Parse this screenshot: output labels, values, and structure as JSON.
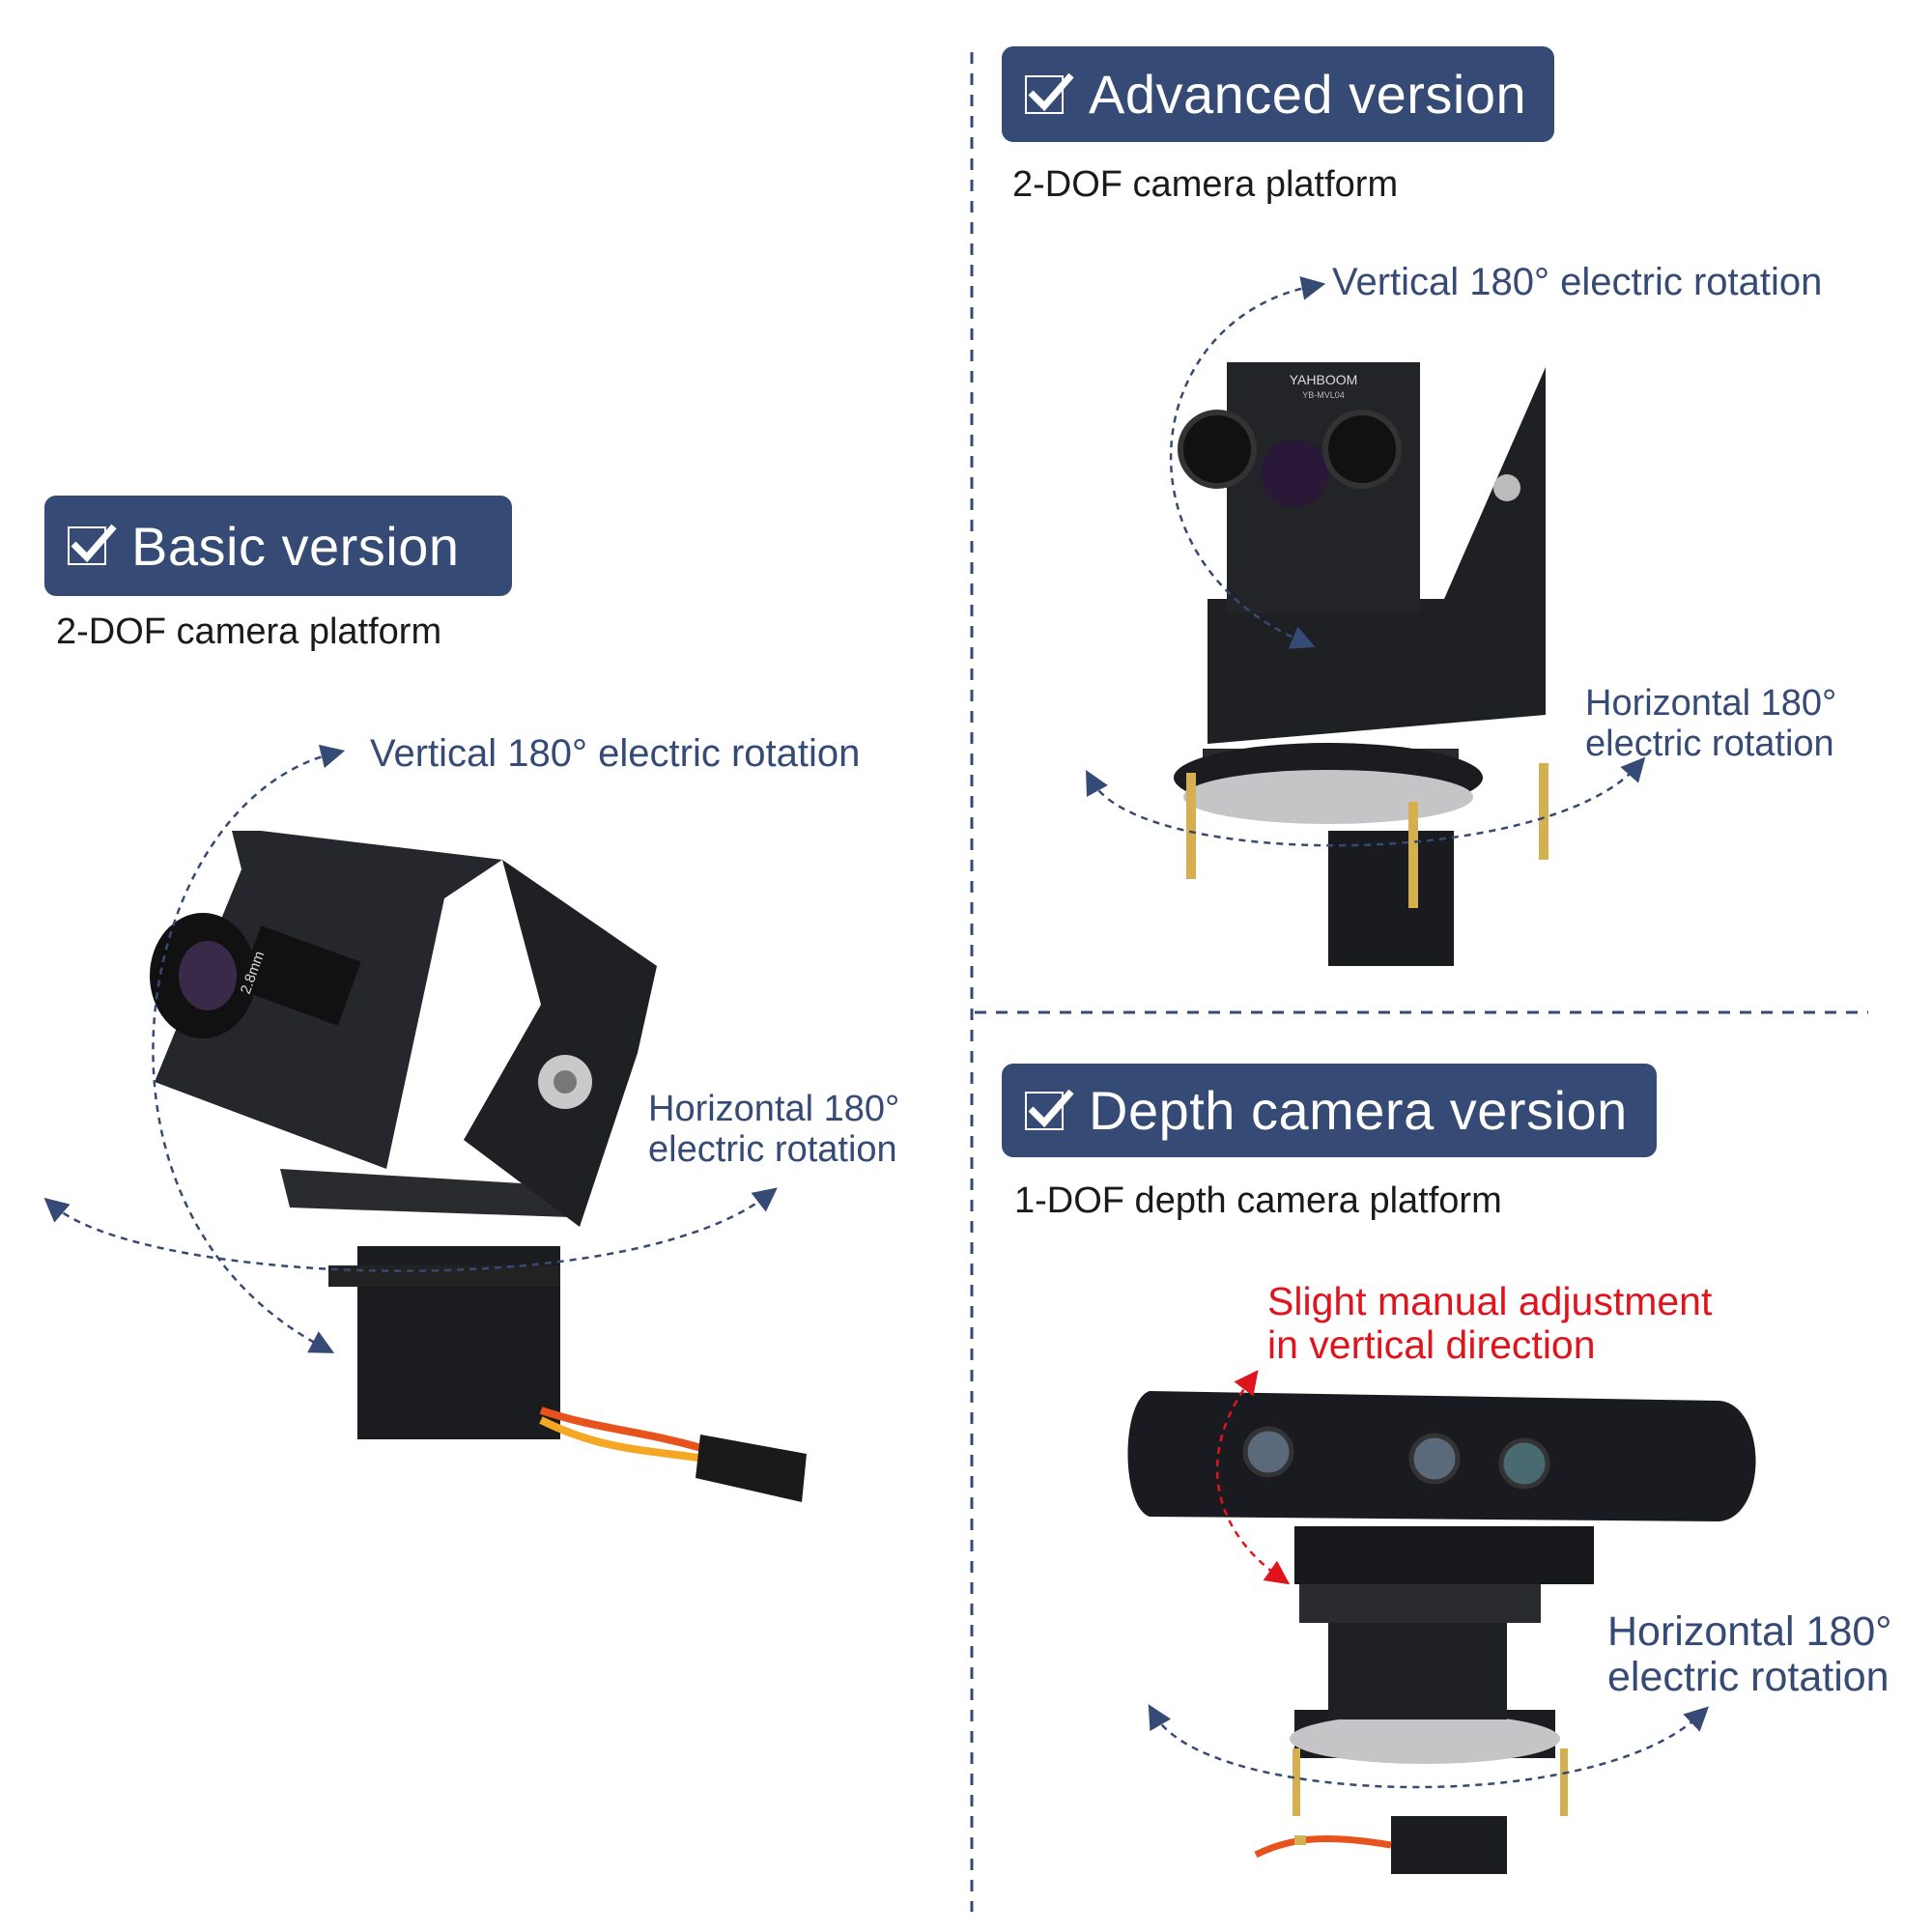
{
  "colors": {
    "badge": "#354a74",
    "arrow": "#354a74",
    "red": "#e0141c"
  },
  "basic": {
    "badge": "Basic version",
    "subtitle": "2-DOF camera platform",
    "vertical": "Vertical 180° electric rotation",
    "horizontal_1": "Horizontal 180°",
    "horizontal_2": "electric rotation",
    "lens_marking": "2.8mm"
  },
  "advanced": {
    "badge": "Advanced version",
    "subtitle": "2-DOF camera platform",
    "vertical": "Vertical 180° electric rotation",
    "horizontal_1": "Horizontal 180°",
    "horizontal_2": "electric rotation",
    "board_brand": "YAHBOOM",
    "board_model": "YB-MVL04"
  },
  "depth": {
    "badge": "Depth camera version",
    "subtitle": "1-DOF depth camera platform",
    "manual_1": "Slight manual adjustment",
    "manual_2": "in vertical direction",
    "horizontal_1": "Horizontal 180°",
    "horizontal_2": "electric rotation"
  }
}
